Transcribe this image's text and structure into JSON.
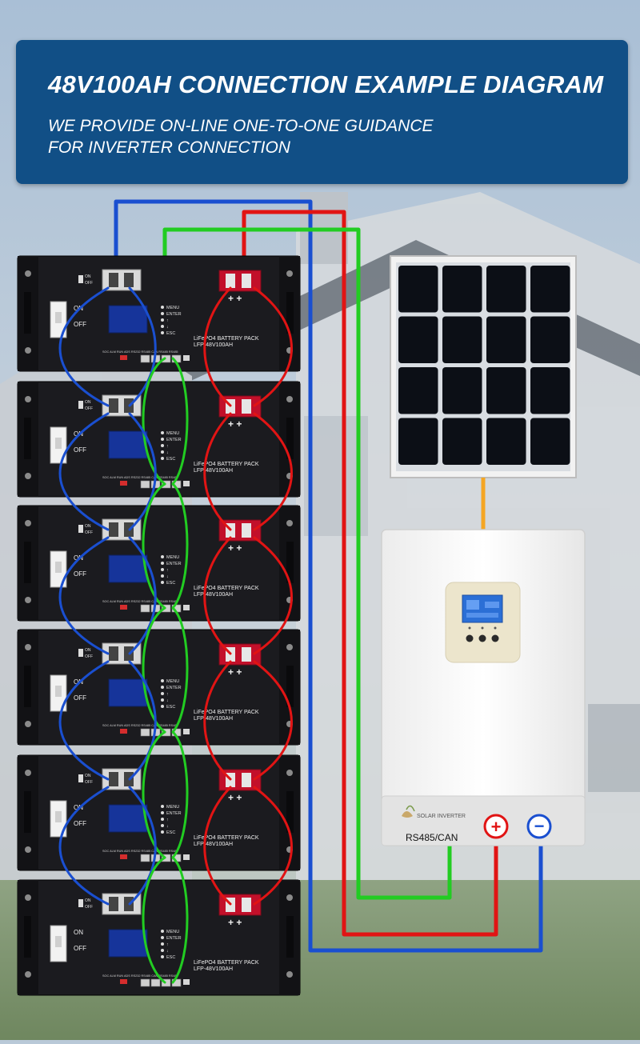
{
  "banner": {
    "title": "48V100AH CONNECTION EXAMPLE DIAGRAM",
    "subtitle_line1": "WE PROVIDE ON-LINE ONE-TO-ONE GUIDANCE",
    "subtitle_line2": "FOR INVERTER CONNECTION"
  },
  "battery": {
    "label_on": "ON",
    "label_off": "OFF",
    "menu_items": [
      "MENU",
      "ENTER",
      "↑",
      "↓",
      "ESC"
    ],
    "pack_name": "LiFePO4 BATTERY PACK",
    "model": "LFP-48V100AH",
    "port_labels": "SOC  ALM RUN  ADS  RS232 RS485 CAN RS485 RS485",
    "terminal_plus": "+ +",
    "count": 6
  },
  "inverter": {
    "brand": "SOLAR INVERTER",
    "comm_label": "RS485/CAN",
    "plus_symbol": "+",
    "minus_symbol": "−"
  },
  "colors": {
    "banner": "#114f86",
    "wire_negative": "#1a4fd0",
    "wire_positive": "#e11414",
    "wire_comm": "#22cc22",
    "wire_pv": "#f5a623",
    "battery_body": "#1b1b1f"
  }
}
